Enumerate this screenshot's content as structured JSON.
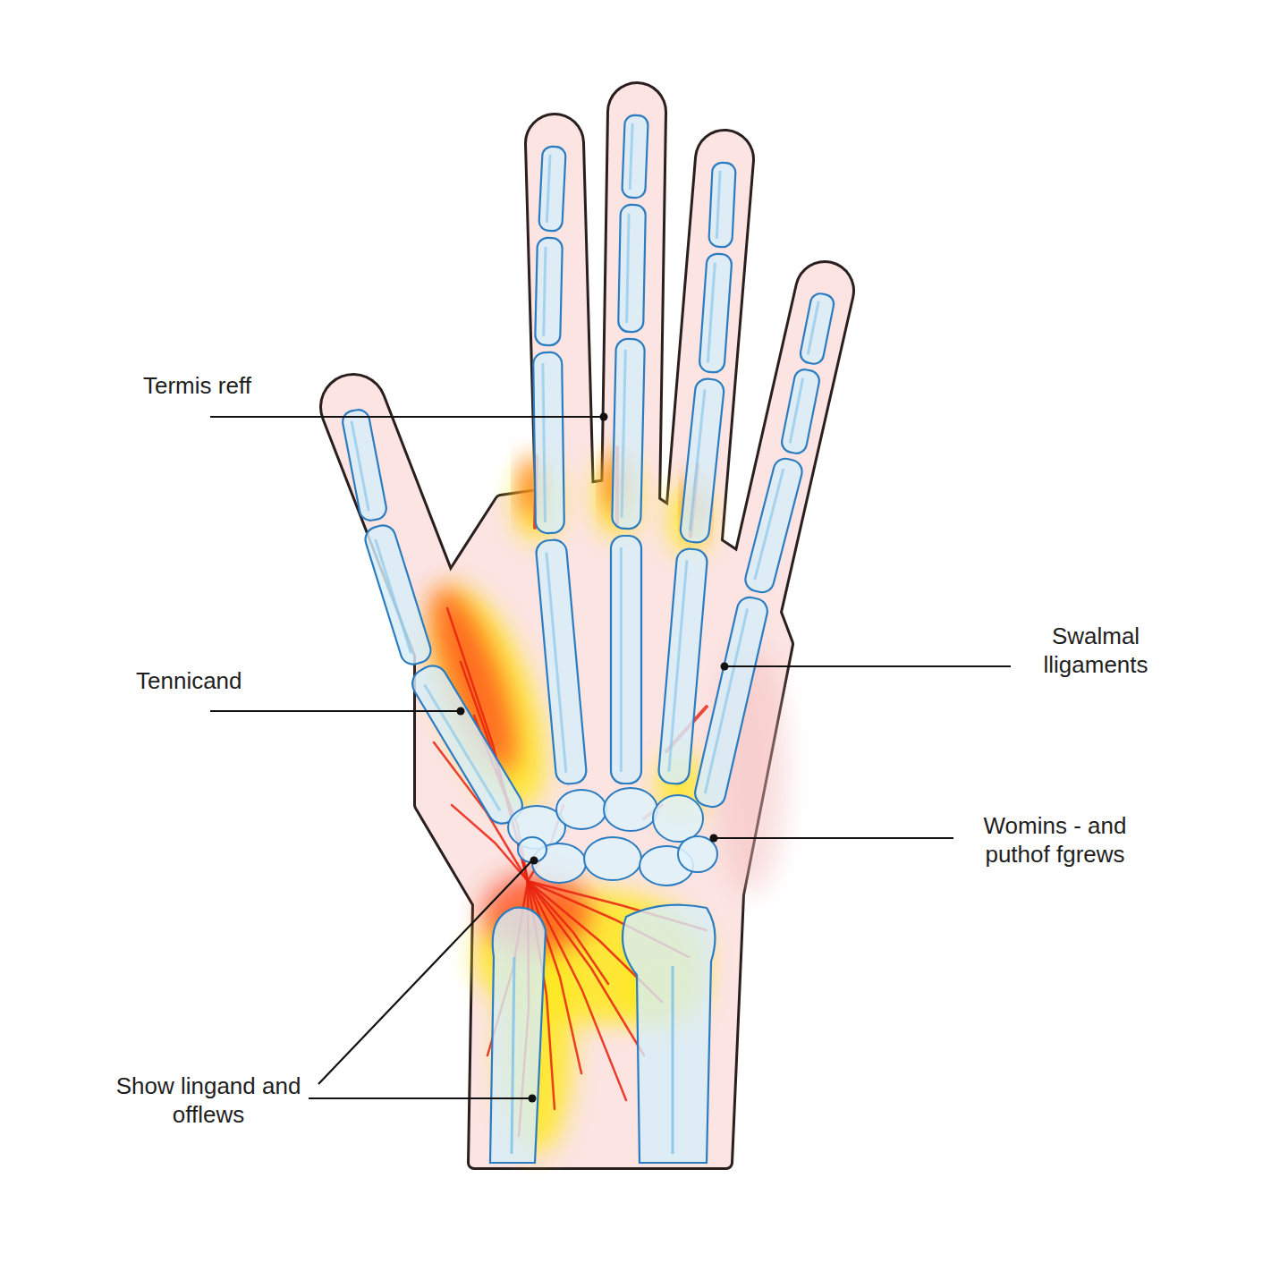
{
  "diagram": {
    "labels": [
      "Termis reff",
      "Tennicand",
      "Swalmal lligaments",
      "Womins - and puthof fgrews",
      "Show lingand and offlews"
    ]
  }
}
